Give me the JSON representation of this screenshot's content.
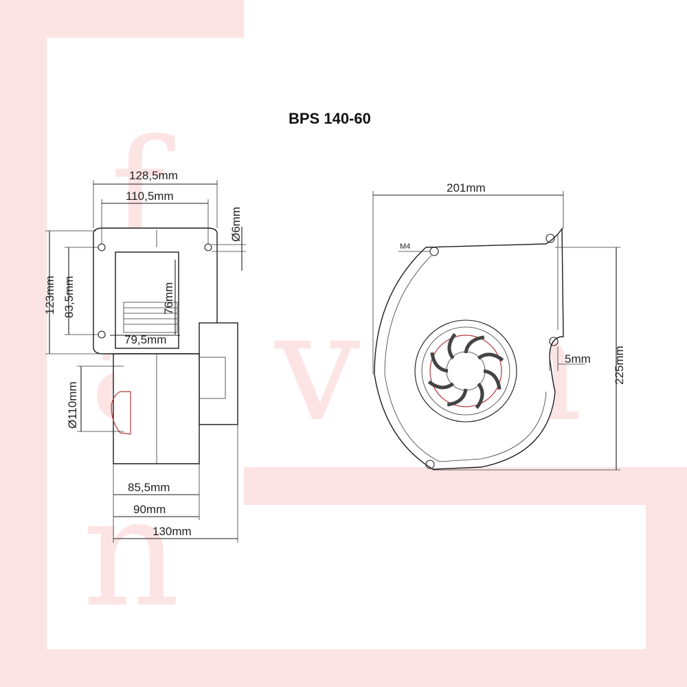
{
  "title": "BPS 140-60",
  "watermark": {
    "letters": [
      "f",
      "a",
      "n",
      "v",
      "m"
    ],
    "color": "#fde4e4"
  },
  "side_view": {
    "dims": {
      "overall_width": "128,5mm",
      "hole_spacing_width": "110,5mm",
      "hole_diameter": "Ø6mm",
      "overall_height": "123mm",
      "hole_spacing_height": "83,5mm",
      "motor_height": "76mm",
      "motor_width": "79,5mm",
      "inlet_diameter": "Ø110mm",
      "depth_1": "85,5mm",
      "depth_2": "90mm",
      "depth_3": "130mm"
    }
  },
  "front_view": {
    "dims": {
      "width": "201mm",
      "height": "225mm",
      "thread": "M4",
      "slot": "5mm"
    }
  },
  "colors": {
    "accent_red": "#b0393a",
    "line": "#1a1a1a"
  }
}
